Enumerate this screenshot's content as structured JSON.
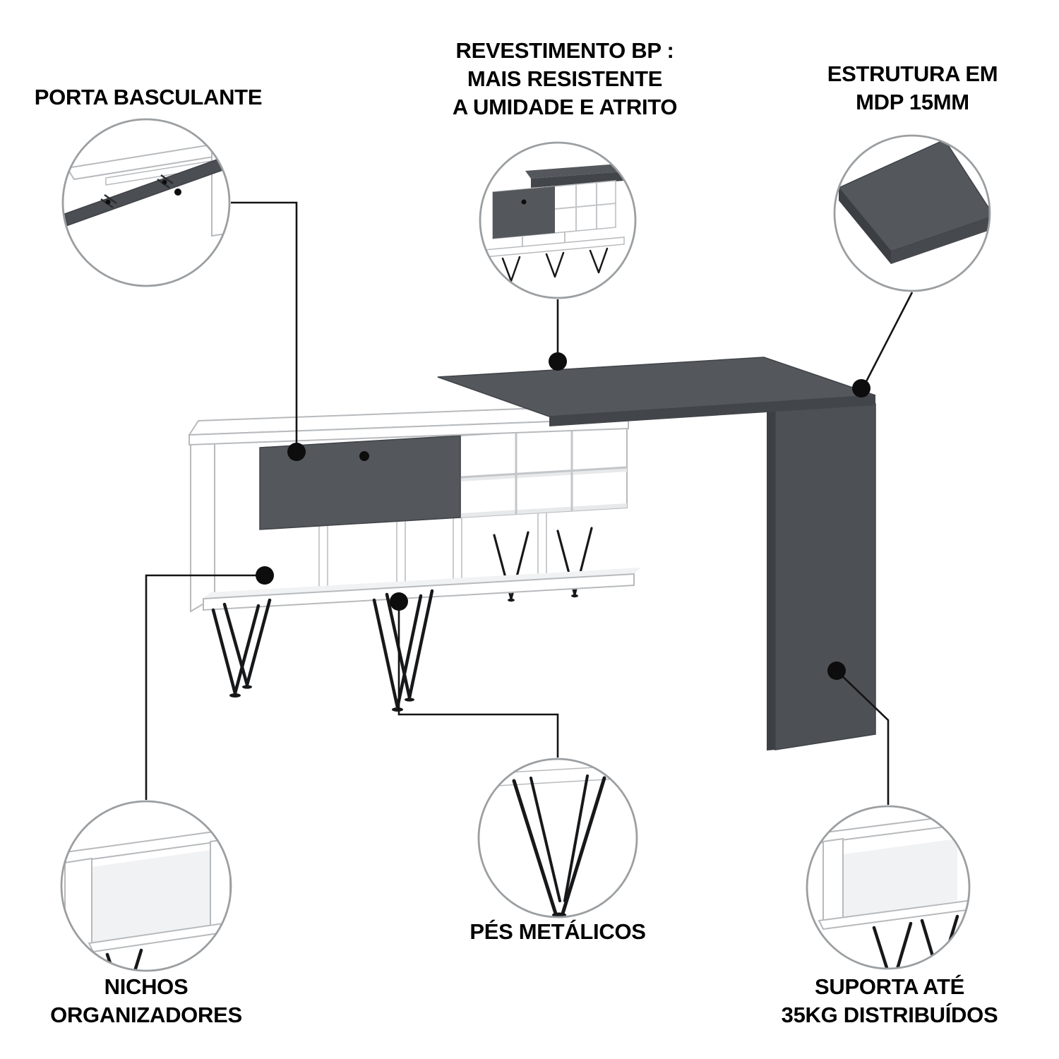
{
  "colors": {
    "background": "#ffffff",
    "desk_top_gray": "#54585c",
    "desk_edge_gray": "#42464a",
    "desk_panel_gray": "#4d5155",
    "panel_edge_dark": "#3c4044",
    "drawer_gray": "#54585c",
    "door_gray": "#4b4f53",
    "corner_edge_left": "#3b3f43",
    "corner_edge_right": "#46494d",
    "white_surface": "#ffffff",
    "surface_outline": "#b7babd",
    "leg_black": "#17181a",
    "connector_black": "#141414",
    "dot_black": "#0d0d0d",
    "circle_border_gray": "#9b9fa2",
    "label_text": "#000000"
  },
  "callouts": {
    "porta_basculante": {
      "line1": "PORTA BASCULANTE"
    },
    "revestimento": {
      "line1": "REVESTIMENTO BP :",
      "line2": "MAIS RESISTENTE",
      "line3": "A UMIDADE E ATRITO"
    },
    "estrutura": {
      "line1": "ESTRUTURA EM",
      "line2": "MDP 15MM"
    },
    "pes_metalicos": {
      "line1": "PÉS METÁLICOS"
    },
    "nichos": {
      "line1": "NICHOS",
      "line2": "ORGANIZADORES"
    },
    "suporta": {
      "line1": "SUPORTA ATÉ",
      "line2": "35KG DISTRIBUÍDOS"
    }
  }
}
